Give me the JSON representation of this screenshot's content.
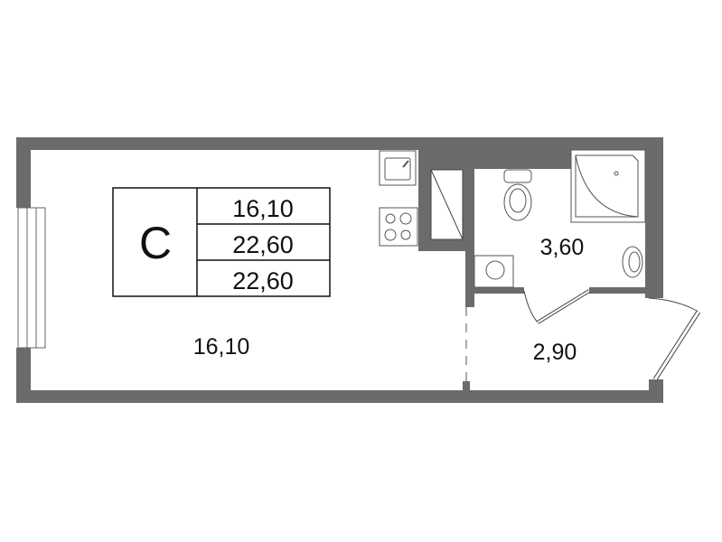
{
  "plan": {
    "type_letter": "C",
    "summary": [
      "16,10",
      "22,60",
      "22,60"
    ],
    "rooms": {
      "living": "16,10",
      "bathroom": "3,60",
      "hall": "2,90"
    },
    "colors": {
      "wall": "#6b6b6b",
      "line": "#444444",
      "background": "#ffffff"
    }
  }
}
